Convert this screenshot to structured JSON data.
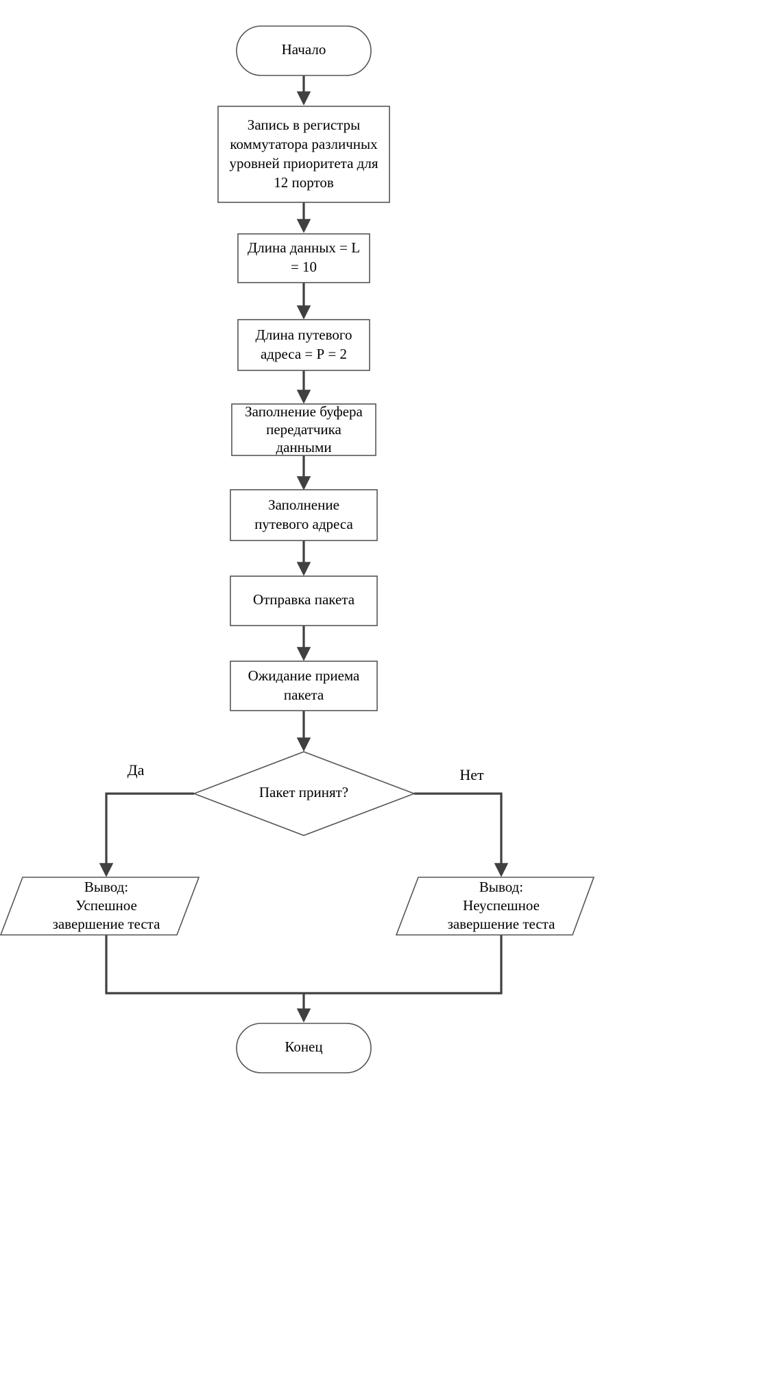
{
  "diagram": {
    "type": "flowchart",
    "language": "ru",
    "title": "",
    "nodes": [
      {
        "id": "start",
        "shape": "terminator",
        "lines": [
          "Начало"
        ]
      },
      {
        "id": "p1",
        "shape": "process",
        "lines": [
          "Запись в регистры",
          "коммутатора различных",
          "уровней приоритета для",
          "12 портов"
        ]
      },
      {
        "id": "p2",
        "shape": "process",
        "lines": [
          "Длина данных = L",
          "= 10"
        ]
      },
      {
        "id": "p3",
        "shape": "process",
        "lines": [
          "Длина путевого",
          "адреса = Р = 2"
        ]
      },
      {
        "id": "p4",
        "shape": "process",
        "lines": [
          "Заполнение буфера",
          "передатчика",
          "данными"
        ]
      },
      {
        "id": "p5",
        "shape": "process",
        "lines": [
          "Заполнение",
          "путевого  адреса"
        ]
      },
      {
        "id": "p6",
        "shape": "process",
        "lines": [
          "Отправка пакета"
        ]
      },
      {
        "id": "p7",
        "shape": "process",
        "lines": [
          "Ожидание приема",
          "пакета"
        ]
      },
      {
        "id": "decision",
        "shape": "decision",
        "lines": [
          "Пакет принят?"
        ]
      },
      {
        "id": "outYes",
        "shape": "parallelogram",
        "lines": [
          "Вывод:",
          "Успешное",
          "завершение теста"
        ]
      },
      {
        "id": "outNo",
        "shape": "parallelogram",
        "lines": [
          "Вывод:",
          "Неуспешное",
          "завершение теста"
        ]
      },
      {
        "id": "end",
        "shape": "terminator",
        "lines": [
          "Конец"
        ]
      }
    ],
    "branch_labels": {
      "yes": "Да",
      "no": "Нет"
    },
    "colors": {
      "background": "#ffffff",
      "shape_stroke": "#555555",
      "connector": "#404040",
      "text": "#000000"
    }
  }
}
